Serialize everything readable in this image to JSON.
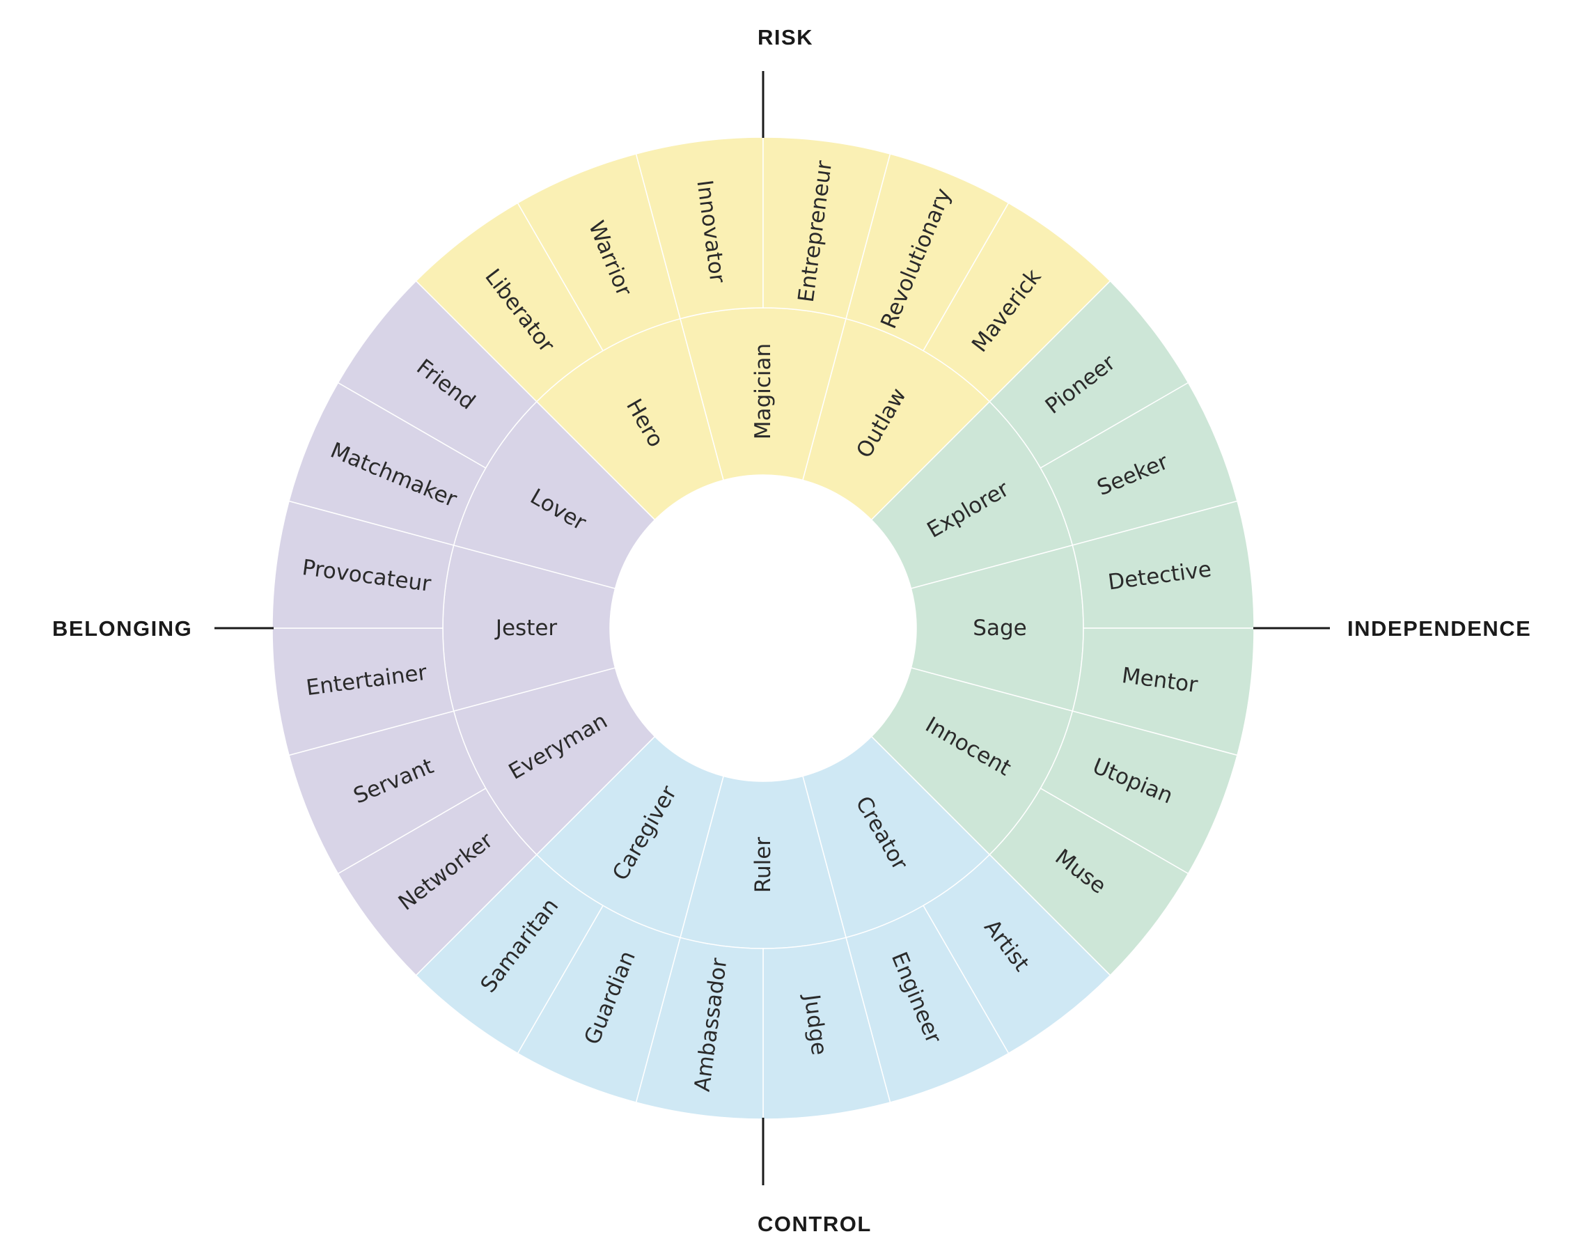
{
  "axes": {
    "top": "RISK",
    "right": "INDEPENDENCE",
    "bottom": "CONTROL",
    "left": "BELONGING"
  },
  "quadrants": [
    {
      "color": "#faf0b4",
      "archetypes": [
        {
          "name": "Hero",
          "subtypes": [
            "Liberator",
            "Warrior"
          ]
        },
        {
          "name": "Magician",
          "subtypes": [
            "Innovator",
            "Entrepreneur"
          ]
        },
        {
          "name": "Outlaw",
          "subtypes": [
            "Revolutionary",
            "Maverick"
          ]
        }
      ]
    },
    {
      "color": "#cde6d7",
      "archetypes": [
        {
          "name": "Explorer",
          "subtypes": [
            "Pioneer",
            "Seeker"
          ]
        },
        {
          "name": "Sage",
          "subtypes": [
            "Detective",
            "Mentor"
          ]
        },
        {
          "name": "Innocent",
          "subtypes": [
            "Utopian",
            "Muse"
          ]
        }
      ]
    },
    {
      "color": "#cfe8f4",
      "archetypes": [
        {
          "name": "Creator",
          "subtypes": [
            "Artist",
            "Engineer"
          ]
        },
        {
          "name": "Ruler",
          "subtypes": [
            "Judge",
            "Ambassador"
          ]
        },
        {
          "name": "Caregiver",
          "subtypes": [
            "Guardian",
            "Samaritan"
          ]
        }
      ]
    },
    {
      "color": "#d8d4e7",
      "archetypes": [
        {
          "name": "Everyman",
          "subtypes": [
            "Networker",
            "Servant"
          ]
        },
        {
          "name": "Jester",
          "subtypes": [
            "Entertainer",
            "Provocateur"
          ]
        },
        {
          "name": "Lover",
          "subtypes": [
            "Matchmaker",
            "Friend"
          ]
        }
      ]
    }
  ]
}
